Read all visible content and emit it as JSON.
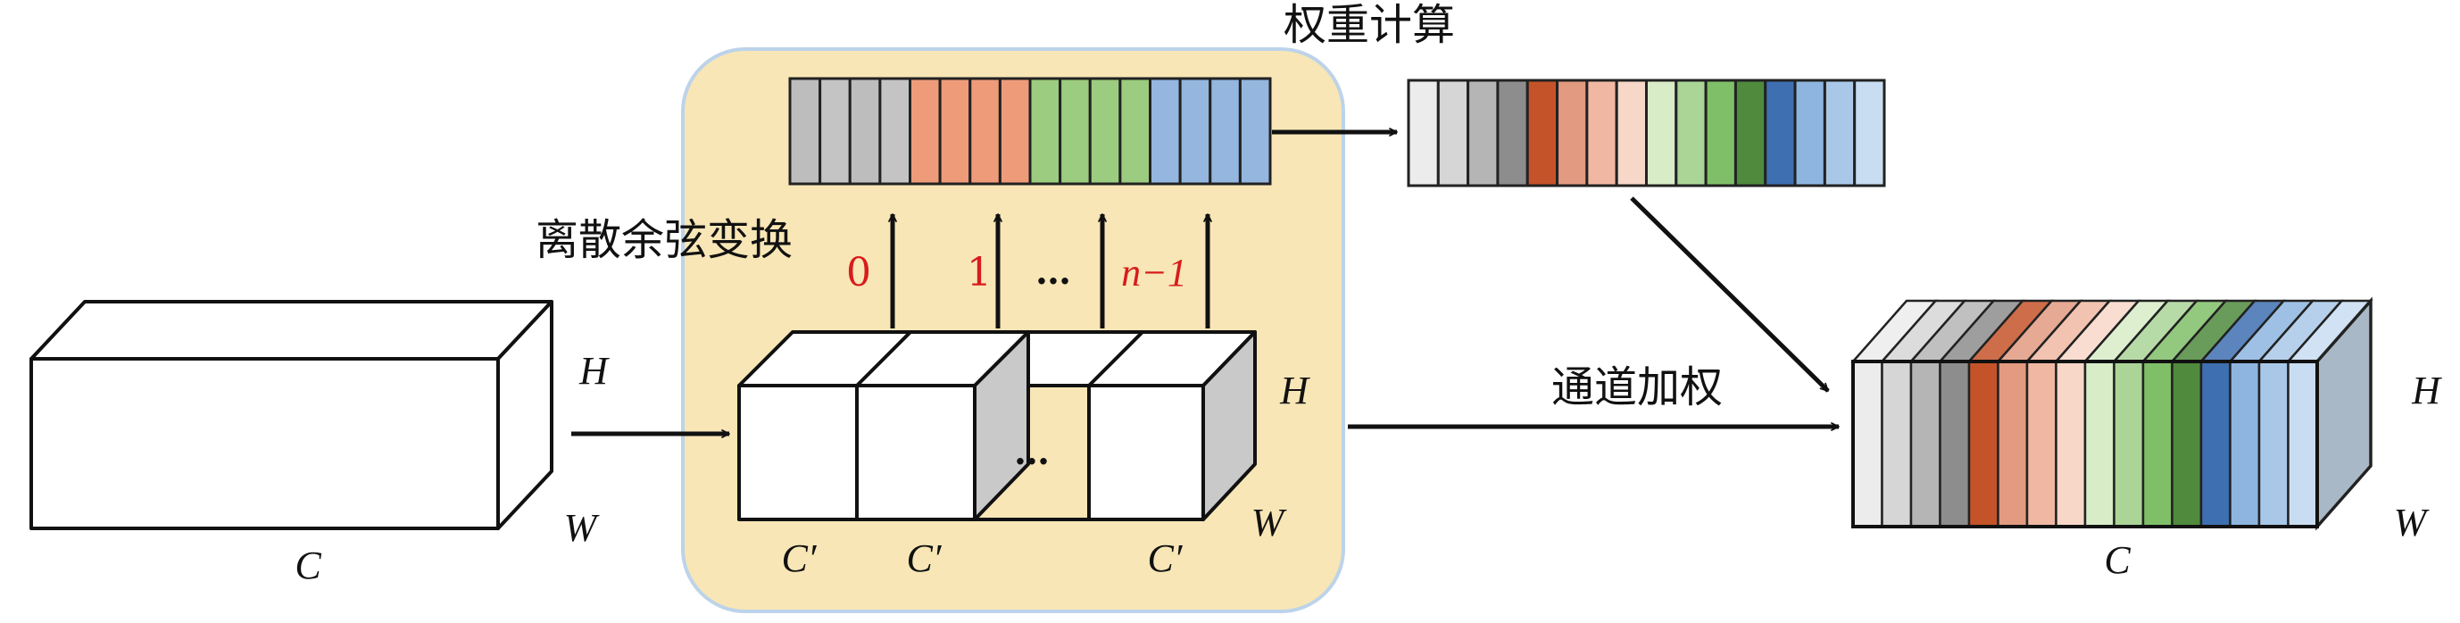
{
  "labels": {
    "dct": "离散余弦变换",
    "weight_calc": "权重计算",
    "channel_weighting": "通道加权",
    "input_c": "C",
    "input_h": "H",
    "input_w": "W",
    "block_c1": "C′",
    "block_c2": "C′",
    "block_c3": "C′",
    "block_h": "H",
    "block_w": "W",
    "block_dots": "…",
    "freq_0": "0",
    "freq_1": "1",
    "freq_dots": "…",
    "freq_n": "n−1",
    "output_c": "C",
    "output_h": "H",
    "output_w": "W"
  },
  "colors": {
    "panel_fill": "#f8e6b6",
    "panel_stroke": "#bcd3ea",
    "gray_group": [
      "#bdbdbd",
      "#c4c4c4",
      "#bdbdbd",
      "#c4c4c4"
    ],
    "orange_group": [
      "#ee9b7a",
      "#ee9b7a",
      "#ee9b7a",
      "#ee9b7a"
    ],
    "green_group": [
      "#9ccc7f",
      "#9ccc7f",
      "#9ccc7f",
      "#9ccc7f"
    ],
    "blue_group": [
      "#94b6df",
      "#94b6df",
      "#94b6df",
      "#94b6df"
    ],
    "weighted": [
      "#ececec",
      "#d6d6d6",
      "#b5b5b5",
      "#8d8d8d",
      "#c5532a",
      "#e29a80",
      "#f0b8a2",
      "#f7d7c8",
      "#d8ecc8",
      "#aad597",
      "#7fbf68",
      "#4f8a3d",
      "#3e6fb0",
      "#8db5df",
      "#a9c8e8",
      "#c8ddf1"
    ]
  }
}
